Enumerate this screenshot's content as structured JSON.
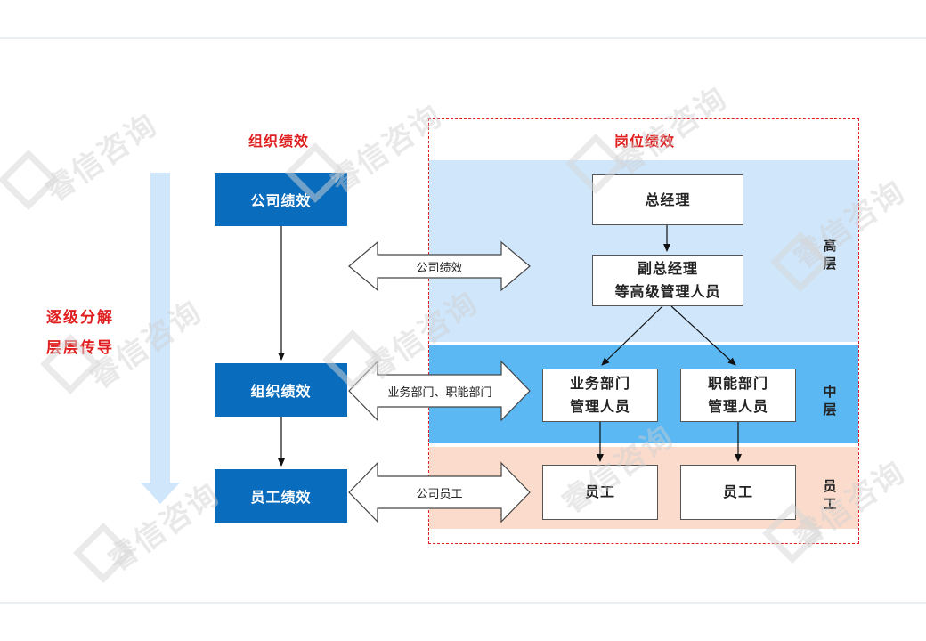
{
  "left_column": {
    "header": "组织绩效",
    "boxes": {
      "company": "公司绩效",
      "organization": "组织绩效",
      "employee": "员工绩效"
    }
  },
  "side_note": {
    "line1": "逐级分解",
    "line2": "层层传导"
  },
  "right_section": {
    "header": "岗位绩效",
    "boxes": {
      "gm": "总经理",
      "vp_line1": "副总经理",
      "vp_line2": "等高级管理人员",
      "biz_line1": "业务部门",
      "biz_line2": "管理人员",
      "func_line1": "职能部门",
      "func_line2": "管理人员",
      "staff_a": "员工",
      "staff_b": "员工"
    },
    "layers": {
      "high": "高层",
      "mid": "中层",
      "staff": "员工"
    }
  },
  "connectors": {
    "top": "公司绩效",
    "middle": "业务部门、职能部门",
    "bottom": "公司员工"
  },
  "watermark": "睿信咨询",
  "colors": {
    "dark_blue": "#0a6cbc",
    "band_high": "#cfe6fb",
    "band_mid": "#5bb8f2",
    "band_staff": "#fbdccc",
    "red": "#e02020"
  }
}
